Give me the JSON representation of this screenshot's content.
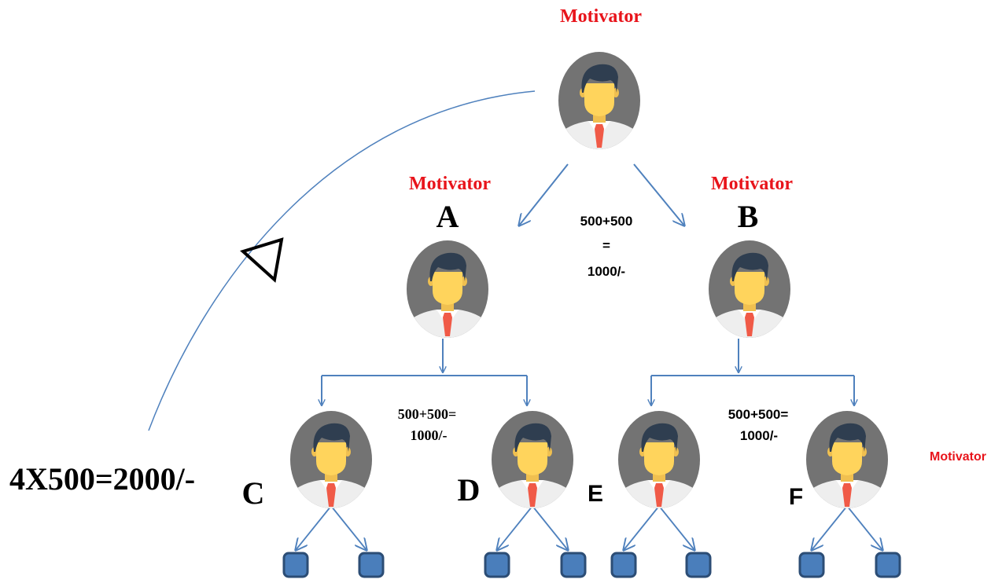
{
  "colors": {
    "motivator_label": "#e8141b",
    "arrow": "#4f81bd",
    "box_fill": "#4a7ebb",
    "box_stroke": "#2c4d75",
    "avatar_bg": "#737373",
    "skin": "#ffd45c",
    "hair": "#2f3e50",
    "shirt": "#eeeeee",
    "tie": "#f05a47",
    "text": "#000000"
  },
  "labels": {
    "top_motivator": "Motivator",
    "a_motivator": "Motivator",
    "b_motivator": "Motivator",
    "right_motivator": "Motivator",
    "node_a": "A",
    "node_b": "B",
    "node_c": "C",
    "node_d": "D",
    "node_e": "E",
    "node_f": "F"
  },
  "calculations": {
    "top_line1": "500+500",
    "top_line2": "=",
    "top_line3": "1000/-",
    "left_line1": "500+500=",
    "left_line2": "1000/-",
    "right_line1": "500+500=",
    "right_line2": "1000/-",
    "total": "4X500=2000/-"
  },
  "icons": {
    "person": "person-avatar-icon",
    "member": "square-member-icon",
    "direction": "triangle-arrow-icon"
  }
}
